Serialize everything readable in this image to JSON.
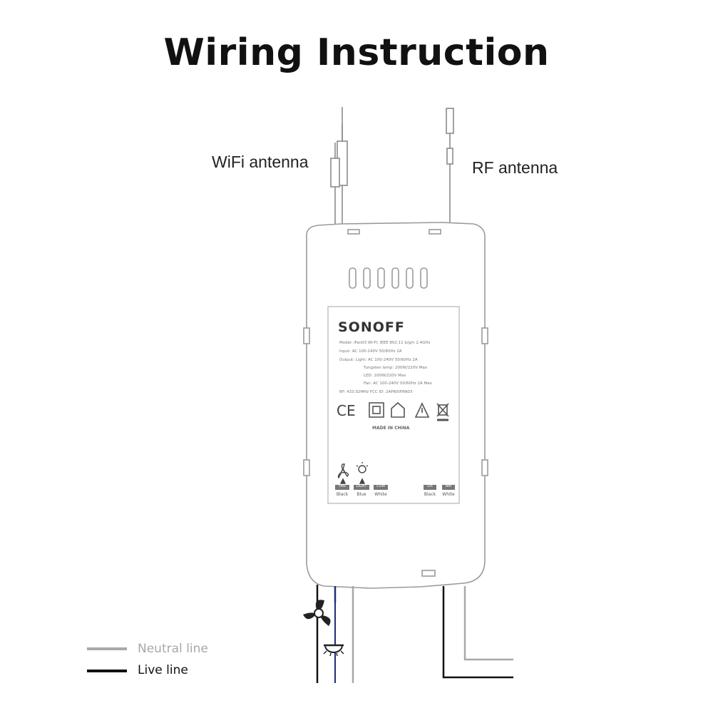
{
  "title": "Wiring Instruction",
  "labels": {
    "wifi_antenna": "WiFi antenna",
    "rf_antenna": "RF antenna"
  },
  "device": {
    "brand": "SONOFF",
    "plate_lines": [
      "Model: iFan03   Wi-Fi: IEEE 802.11 b/g/n 2.4GHz",
      "Input: AC 100-240V  50/60Hz 2A",
      "Output: Light: AC 100-240V 50/60Hz 2A",
      "Tungsten lamp: 200W/220V Max",
      "LED: 100W/220V Max",
      "Fan: AC 100-240V 50/60Hz 2A Max",
      "RF: 433.92MHz          FCC ID: 2APN5IFAN03"
    ],
    "made_in": "MADE IN CHINA",
    "terminals": [
      {
        "code": "FAN",
        "color": "Black"
      },
      {
        "code": "LIGHT",
        "color": "Blue"
      },
      {
        "code": "COM",
        "color": "White"
      },
      {
        "code": "Lin",
        "color": "Black"
      },
      {
        "code": "Nin",
        "color": "White"
      }
    ]
  },
  "legend": [
    {
      "label": "Neutral line",
      "color": "#a8a8a8"
    },
    {
      "label": "Live line",
      "color": "#111111"
    }
  ],
  "colors": {
    "neutral": "#a8a8a8",
    "live": "#111111",
    "blue_wire": "#1f2f7a",
    "outline": "#9a9a9a"
  }
}
